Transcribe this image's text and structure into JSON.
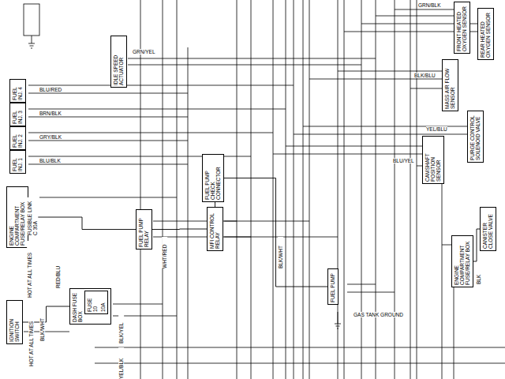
{
  "diagram": {
    "nodes": [
      {
        "text": [
          "IDLE SPEED ACTUATOR"
        ]
      },
      {
        "text": [
          "FUEL INJ. 4"
        ]
      },
      {
        "text": [
          "FUEL INJ. 3"
        ]
      },
      {
        "text": [
          "FUEL INJ. 2"
        ]
      },
      {
        "text": [
          "FUEL INJ. 1"
        ]
      },
      {
        "text": [
          "ENGINE COMPARTMENT FUSE/RELAY BOX"
        ]
      },
      {
        "text": [
          "IGNITION SWITCH"
        ]
      },
      {
        "text": [
          "DASH FUSE BOX"
        ]
      },
      {
        "text": [
          "FUSE 10",
          "10A"
        ],
        "in": 7
      },
      {
        "text": [
          "FUEL PUMP RELAY"
        ]
      },
      {
        "text": [
          "FUEL PUMP CHECK CONNECTOR"
        ]
      },
      {
        "text": [
          "MFI CONTROL RELAY"
        ]
      },
      {
        "text": [
          "FUEL PUMP"
        ]
      },
      {
        "text": [
          "FRONT HEATED OXYGEN SENSOR"
        ]
      },
      {
        "text": [
          "REAR HEATED OXYGEN SENSOR"
        ]
      },
      {
        "text": [
          "MASS AIR FLOW SENSOR"
        ]
      },
      {
        "text": [
          "PURGE CONTROL SOLENOID VALVE"
        ]
      },
      {
        "text": [
          "CAMSHAFT POSITION SENSOR"
        ]
      },
      {
        "text": [
          "CANISTER CLOSE VALVE"
        ]
      },
      {
        "text": [
          "ENGINE COMPARTMENT FUSE/RELAY BOX"
        ]
      }
    ],
    "edges": [
      {
        "from": 5,
        "to": 9,
        "arrow": "none"
      },
      {
        "from": 9,
        "to": 11,
        "arrow": "none"
      },
      {
        "from": 11,
        "to": 10,
        "arrow": "none"
      },
      {
        "from": 10,
        "to": 12,
        "arrow": "none"
      },
      {
        "from": 6,
        "to": 7,
        "arrow": "none"
      },
      {
        "from": 19,
        "to": 18,
        "arrow": "none"
      }
    ],
    "labels": [
      "HOT AT ALL TIMES",
      "FUSIBLE LINK C 30A",
      "HOT AT ALL TIMES",
      "RED/BLU",
      "BLK/WHT",
      "BLK/YEL",
      "YEL/BLK",
      "BLU/RED",
      "BRN/BLK",
      "GRY/BLK",
      "BLU/BLK",
      "GRN/YEL",
      "WHT/RED",
      "BLK/WHT",
      "GRN/BLK",
      "BLK/BLU",
      "YEL/BLU",
      "BLU/YEL",
      "GAS TANK GROUND",
      "BLK"
    ]
  }
}
